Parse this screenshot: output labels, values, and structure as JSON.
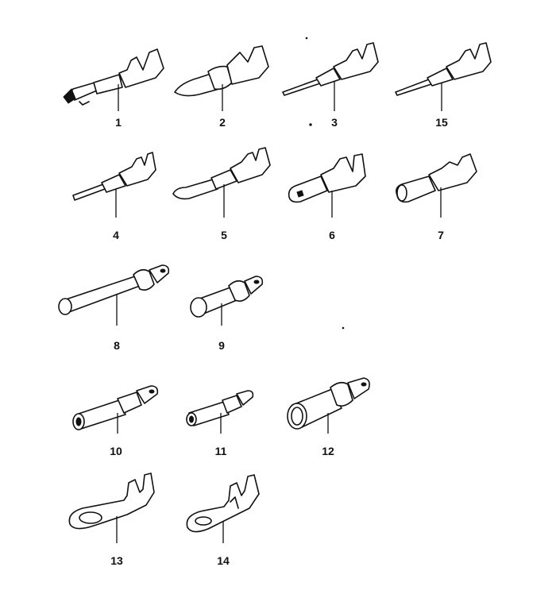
{
  "parts": [
    {
      "label": "1",
      "shape": "pin-contact-crimp"
    },
    {
      "label": "2",
      "shape": "bullet-contact-crimp"
    },
    {
      "label": "3",
      "shape": "long-pin-crimp"
    },
    {
      "label": "15",
      "shape": "long-pin-crimp"
    },
    {
      "label": "4",
      "shape": "small-pin-crimp"
    },
    {
      "label": "5",
      "shape": "socket-pin-crimp"
    },
    {
      "label": "6",
      "shape": "socket-contact-crimp"
    },
    {
      "label": "7",
      "shape": "sleeve-contact-crimp"
    },
    {
      "label": "8",
      "shape": "long-rod-pin"
    },
    {
      "label": "9",
      "shape": "short-rod-pin"
    },
    {
      "label": "10",
      "shape": "socket-tube"
    },
    {
      "label": "11",
      "shape": "small-socket-tube"
    },
    {
      "label": "12",
      "shape": "large-socket-tube"
    },
    {
      "label": "13",
      "shape": "ring-terminal"
    },
    {
      "label": "14",
      "shape": "ring-terminal"
    }
  ]
}
